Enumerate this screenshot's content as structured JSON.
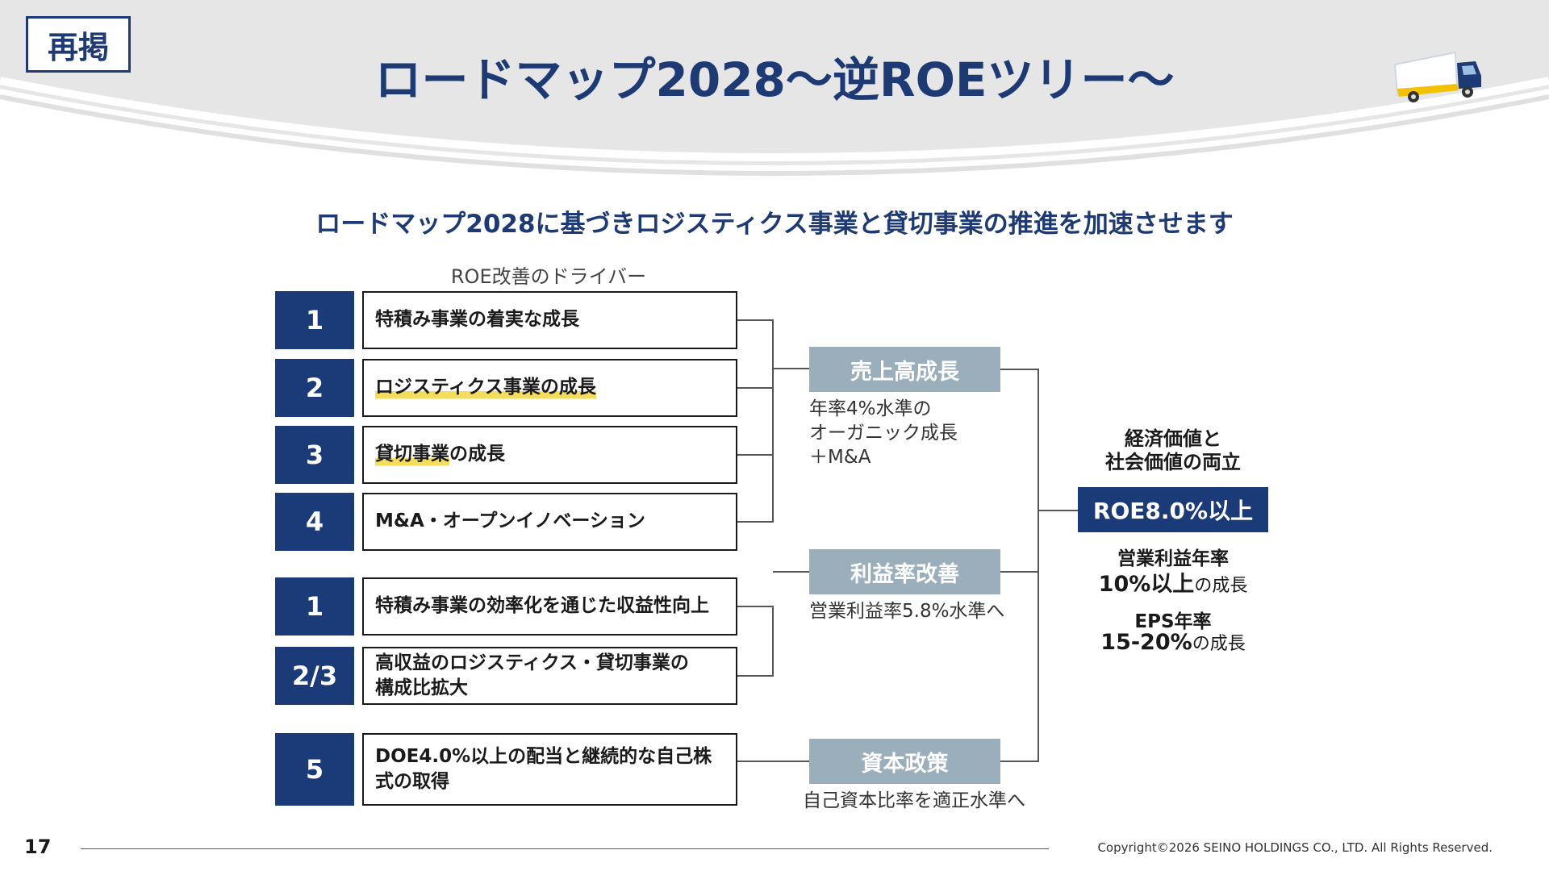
{
  "badge": "再掲",
  "title": "ロードマップ2028～逆ROEツリー～",
  "subtitle": "ロードマップ2028に基づきロジスティクス事業と貸切事業の推進を加速させます",
  "drivers_caption": "ROE改善のドライバー",
  "drivers": [
    {
      "num": "1",
      "text": "特積み事業の着実な成長"
    },
    {
      "num": "2",
      "text": "ロジスティクス事業の成長"
    },
    {
      "num": "3",
      "text": "貸切事業の成長",
      "hl": "貸切事業",
      "rest": "の成長"
    },
    {
      "num": "4",
      "text": "M&A・オープンイノベーション"
    },
    {
      "num": "1",
      "text": "特積み事業の効率化を通じた収益性向上"
    },
    {
      "num": "2/3",
      "text": "高収益のロジスティクス・貸切事業の\n構成比拡大"
    },
    {
      "num": "5",
      "text": "DOE4.0%以上の配当と継続的な自己株\n式の取得"
    }
  ],
  "categories": [
    {
      "label": "売上高成長",
      "desc": "年率4%水準の\nオーガニック成長\n＋M&A"
    },
    {
      "label": "利益率改善",
      "desc": "営業利益率5.8%水準へ"
    },
    {
      "label": "資本政策",
      "desc": "自己資本比率を適正水準へ"
    }
  ],
  "goal": {
    "top_line1": "経済価値と",
    "top_line2": "社会価値の両立",
    "roe": "ROE8.0%以上",
    "op_label": "営業利益年率",
    "op_value": "10%以上",
    "op_suffix": "の成長",
    "eps_label": "EPS年率",
    "eps_value": "15-20%",
    "eps_suffix": "の成長"
  },
  "footer": {
    "page": "17",
    "copyright": "Copyright©2026 SEINO HOLDINGS CO., LTD.  All  Rights Reserved."
  },
  "colors": {
    "navy": "#1b3a78",
    "category_gray": "#9aaebb",
    "highlight": "#f4dd5a"
  },
  "icons": [
    "truck-icon"
  ]
}
